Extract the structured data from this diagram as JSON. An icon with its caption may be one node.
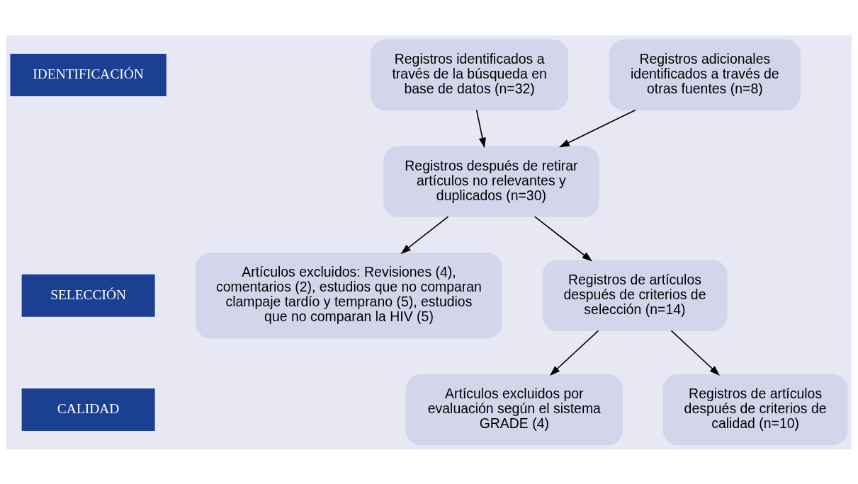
{
  "diagram": {
    "nodes": [
      {
        "text": [
          "IDENTIFICACIÓN"
        ]
      },
      {
        "text": [
          "Registros identificados a través de la búsqueda en base de datos (n=32)"
        ]
      },
      {
        "text": [
          "Registros adicionales identificados a través de otras fuentes (n=8)"
        ]
      },
      {
        "text": [
          "Registros después de retirar artículos no relevantes y duplicados (n=30)"
        ]
      },
      {
        "text": [
          "SELECCIÓN"
        ]
      },
      {
        "text": [
          "Artículos excluidos: Revisiones (4), comentarios (2), estudios que no comparan clampaje tardío y temprano (5), estudios que no comparan la HIV (5)"
        ]
      },
      {
        "text": [
          "Registros de artículos después de criterios de selección (n=14)"
        ]
      },
      {
        "text": [
          "CALIDAD"
        ]
      },
      {
        "text": [
          "Artículos excluidos por evaluación según el sistema GRADE (4)"
        ]
      },
      {
        "text": [
          "Registros de artículos después de criterios de calidad (n=10)"
        ]
      }
    ],
    "edges": [
      {
        "from": 1,
        "to": 3,
        "arrow": "to"
      },
      {
        "from": 2,
        "to": 3,
        "arrow": "to"
      },
      {
        "from": 3,
        "to": 6,
        "arrow": "to"
      },
      {
        "from": 3,
        "to": 5,
        "arrow": "to"
      },
      {
        "from": 6,
        "to": 9,
        "arrow": "to"
      },
      {
        "from": 6,
        "to": 8,
        "arrow": "to"
      }
    ]
  }
}
